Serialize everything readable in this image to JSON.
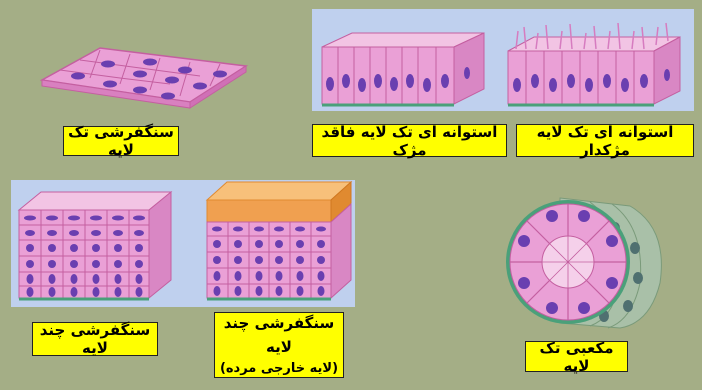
{
  "labels": {
    "simple_squamous": "سنگفرشی تک لایه",
    "simple_columnar_nonciliated": "استوانه ای تک لایه فاقد مژک",
    "simple_columnar_ciliated": "استوانه ای تک لایه مژکدار",
    "stratified_squamous": "سنگفرشی چند لایه",
    "stratified_squamous_keratinized": "سنگفرشی چند لایه",
    "stratified_squamous_keratinized_note": "(لایه خارجی مرده)",
    "simple_cuboidal": "مکعبی تک لایه"
  },
  "colors": {
    "background": "#a4ae86",
    "label_bg": "#ffff00",
    "panel_bg": "#bfd0ee",
    "cell_pink": "#eaa0d6",
    "cell_border": "#c45fa0",
    "nucleus": "#6a3fb0",
    "basement": "#4aa07a",
    "keratin": "#f0a050"
  }
}
